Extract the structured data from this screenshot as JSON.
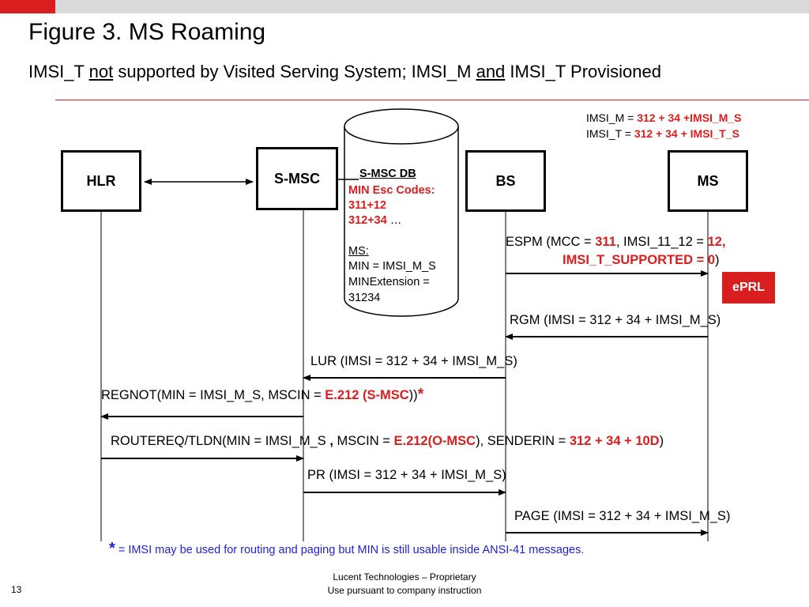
{
  "header": {
    "title": "Figure 3.  MS Roaming",
    "subtitle_1": "IMSI_T ",
    "subtitle_not": "not",
    "subtitle_2": " supported by Visited Serving System; IMSI_M ",
    "subtitle_and": "and",
    "subtitle_3": " IMSI_T Provisioned"
  },
  "colors": {
    "accent_red": "#d81e1e",
    "bar_grey": "#dadada",
    "footnote_blue": "#1f1fd0"
  },
  "nodes": {
    "hlr": "HLR",
    "smsc": "S-MSC",
    "bs": "BS",
    "ms": "MS"
  },
  "imsi": {
    "m_prefix": "IMSI_M = ",
    "m_value": "312 + 34 +IMSI_M_S",
    "t_prefix": "IMSI_T = ",
    "t_value": "312 + 34 + IMSI_T_S"
  },
  "database": {
    "title": "S-MSC DB",
    "codes_label": "MIN Esc Codes:",
    "code_1": "311+12",
    "code_2": "312+34",
    "code_ellipsis": " …",
    "ms_label": "MS:",
    "min_line": "MIN = IMSI_M_S",
    "minext_line": "MINExtension =",
    "minext_value": "31234"
  },
  "messages": {
    "espm_1": "ESPM (MCC = ",
    "espm_mcc": "311",
    "espm_2": ", IMSI_11_12 = ",
    "espm_val": "12,",
    "espm_supported": "IMSI_T_SUPPORTED = 0",
    "espm_close": ")",
    "eprl": "ePRL",
    "rgm": "RGM (IMSI = 312 + 34 + IMSI_M_S)",
    "lur": "LUR (IMSI = 312 + 34 + IMSI_M_S)",
    "regnot_1": "REGNOT(MIN = IMSI_M_S, MSCIN = ",
    "regnot_e212": "E.212 (S-MSC",
    "regnot_close": "))",
    "regnot_star": "*",
    "routereq_1": "ROUTEREQ/TLDN(MIN = IMSI_M_S ",
    "routereq_comma": ",",
    "routereq_2": " MSCIN = ",
    "routereq_e212": "E.212(O-MSC",
    "routereq_3": "), SENDERIN = ",
    "routereq_sender": "312 + 34 + 10D",
    "routereq_close": ")",
    "pr": "PR (IMSI = 312 + 34 + IMSI_M_S)",
    "page": "PAGE (IMSI = 312 + 34 + IMSI_M_S)"
  },
  "footnote": {
    "star": "*",
    "text": " = IMSI may be used for routing and paging but MIN is still usable inside ANSI-41 messages."
  },
  "footer": {
    "line_1": "Lucent Technologies – Proprietary",
    "line_2": "Use pursuant to company instruction",
    "page_number": "13"
  }
}
